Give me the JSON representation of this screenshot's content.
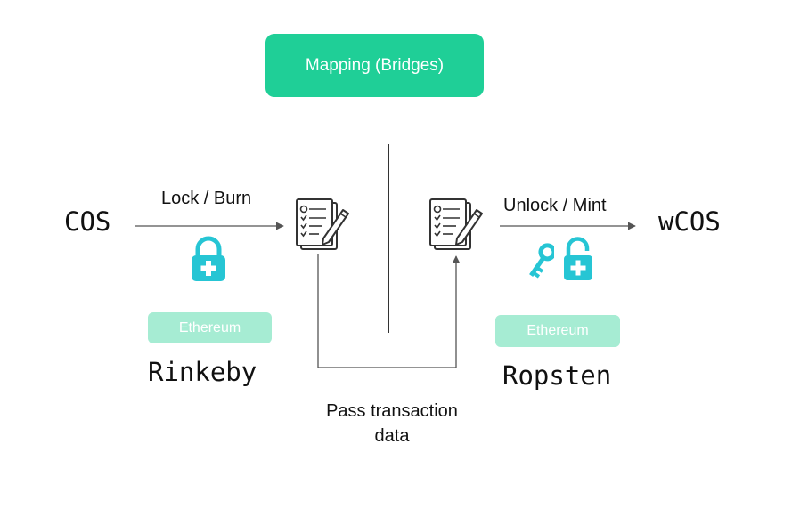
{
  "header": {
    "title": "Mapping (Bridges)"
  },
  "left": {
    "token": "COS",
    "action": "Lock / Burn",
    "network_badge": "Ethereum",
    "network_name": "Rinkeby",
    "icons": [
      "lock-plus-icon",
      "checklist-pen-icon"
    ]
  },
  "right": {
    "token": "wCOS",
    "action": "Unlock / Mint",
    "network_badge": "Ethereum",
    "network_name": "Ropsten",
    "icons": [
      "key-icon",
      "unlocked-plus-icon",
      "checklist-pen-icon"
    ]
  },
  "connector": {
    "line1": "Pass transaction",
    "line2": "data"
  },
  "colors": {
    "header_green": "#1fcf97",
    "badge_green": "#a6ecd3",
    "icon_teal": "#26c5d4",
    "line_gray": "#555555"
  }
}
